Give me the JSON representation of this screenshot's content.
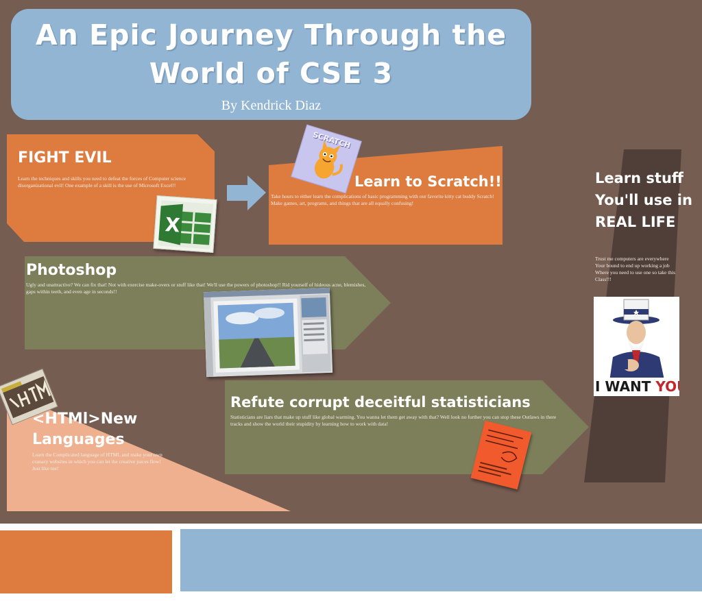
{
  "title": {
    "line1": "An Epic Journey Through the",
    "line2": "World of CSE 3",
    "author": "By Kendrick Diaz"
  },
  "fight_evil": {
    "heading": "FIGHT EVIL",
    "body": "Learn the techniques and skills you need to defeat the forces of Computer science disorganizational evil! One example of a skill is the use of Microsoft Excel!!"
  },
  "scratch": {
    "badge": "SCRATCH",
    "heading": "Learn to Scratch!!",
    "body": "Take hours to either learn the complications of basic programming with our favorite kitty cat buddy Scratch! Make games, art, programs, and things that are all equally confusing!"
  },
  "real_life": {
    "heading_line1": "Learn stuff",
    "heading_line2": "You'll use in",
    "heading_line3": "REAL LIFE",
    "body_line1": "Trust me computers are everywhere",
    "body_line2": "Your bound to end up working a job",
    "body_line3": "Where you need to use one so take this",
    "body_line4": "Class!!!",
    "poster_text_1": "I WANT",
    "poster_text_2": "YOU"
  },
  "photoshop": {
    "heading": "Photoshop",
    "body": "Ugly and unattractive? We can fix that! Not with exercise make-overs or stuff like that! We'll use the powers of photoshop!! Rid yourself of hideous acne, blemishes, gaps within teeth, and even age in seconds!!"
  },
  "html": {
    "heading_line1": "<HTMl>New",
    "heading_line2": "Languages",
    "body": "Learn the Complicated language of HTML and make your own cranazy websites in which you can let the creative juices flow! Just like me!"
  },
  "statisticians": {
    "heading": "Refute corrupt deceitful statisticians",
    "body": "Statisticians are liars that make up stuff like global warming. You wanna let them get away with that? Well look no further you can stop these Outlaws in there tracks and show the world their stupidity by learning how to work with data!"
  },
  "colors": {
    "background": "#765d52",
    "orange": "#de7c40",
    "blue": "#91b5d3",
    "olive": "#7c7f5a",
    "peach": "#eeb08e",
    "dark": "#4a3b35"
  }
}
